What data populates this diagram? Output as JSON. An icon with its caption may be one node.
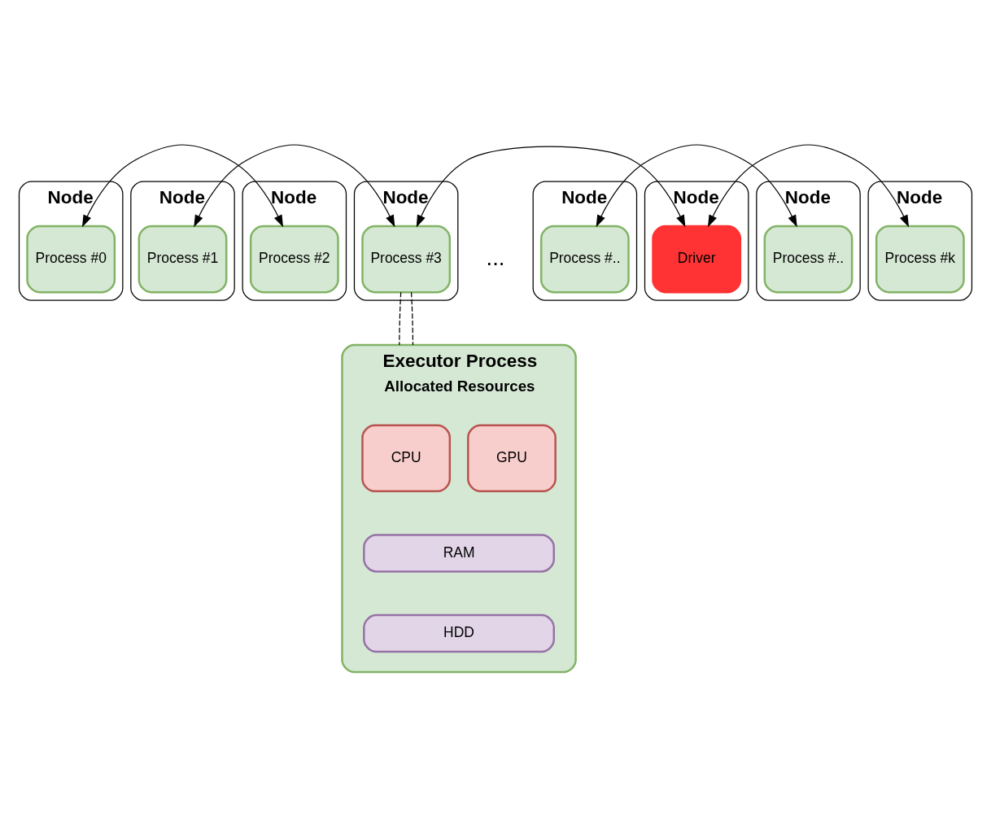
{
  "diagram": {
    "nodes": [
      {
        "text": [
          "Node"
        ]
      },
      {
        "text": [
          "Process #0"
        ],
        "in": 0
      },
      {
        "text": [
          "Node"
        ]
      },
      {
        "text": [
          "Process #1"
        ],
        "in": 2
      },
      {
        "text": [
          "Node"
        ]
      },
      {
        "text": [
          "Process #2"
        ],
        "in": 4
      },
      {
        "text": [
          "Node"
        ]
      },
      {
        "text": [
          "Process #3"
        ],
        "in": 6
      },
      {
        "text": [
          "Node"
        ]
      },
      {
        "text": [
          "Process #.."
        ],
        "in": 8
      },
      {
        "text": [
          "Node"
        ]
      },
      {
        "text": [
          "Driver"
        ],
        "in": 10
      },
      {
        "text": [
          "Node"
        ]
      },
      {
        "text": [
          "Process #.."
        ],
        "in": 12
      },
      {
        "text": [
          "Node"
        ]
      },
      {
        "text": [
          "Process #k"
        ],
        "in": 14
      },
      {
        "text": [
          "Executor Process",
          "Allocated Resources"
        ]
      },
      {
        "text": [
          "CPU"
        ],
        "in": 16
      },
      {
        "text": [
          "GPU"
        ],
        "in": 16
      },
      {
        "text": [
          "RAM"
        ],
        "in": 16
      },
      {
        "text": [
          "HDD"
        ],
        "in": 16
      }
    ],
    "edges": [
      {
        "from": 1,
        "to": 5,
        "arrow": "both"
      },
      {
        "from": 3,
        "to": 7,
        "arrow": "both"
      },
      {
        "from": 7,
        "to": 11,
        "arrow": "both"
      },
      {
        "from": 9,
        "to": 13,
        "arrow": "both"
      },
      {
        "from": 11,
        "to": 15,
        "arrow": "both"
      },
      {
        "from": 7,
        "to": 16,
        "arrow": "none",
        "style": "dashed"
      },
      {
        "from": 7,
        "to": 16,
        "arrow": "none",
        "style": "dashed"
      }
    ],
    "labels": [
      "..."
    ]
  }
}
